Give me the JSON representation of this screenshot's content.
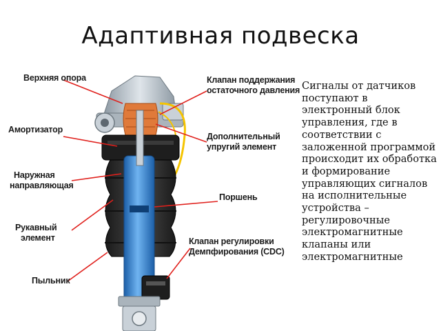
{
  "slide": {
    "title": "Адаптивная подвеска",
    "body": "Сигналы от датчиков поступают в электронный блок управления, где в соответствии с заложенной программой происходит их обработка и формирование управляющих сигналов на исполнительные устройства – регулировочные электромагнитные клапаны или электромагнитные"
  },
  "diagram": {
    "labels": {
      "top_mount": "Верхняя опора",
      "shock": "Амортизатор",
      "outer_guide_1": "Наружная",
      "outer_guide_2": "направляющая",
      "sleeve_1": "Рукавный",
      "sleeve_2": "элемент",
      "boot": "Пыльник",
      "valve_res_1": "Клапан поддержания",
      "valve_res_2": "остаточного давления",
      "extra_1": "Дополнительный",
      "extra_2": "упругий элемент",
      "piston": "Поршень",
      "cdc_1": "Клапан регулировки",
      "cdc_2": "Демпфирования (CDC)"
    },
    "colors": {
      "leader": "#e0201c",
      "tube": "#2f7fd0",
      "rubber": "#2a2a2a",
      "mount": "#b8c2ca",
      "spring": "#e07a3a",
      "wire": "#f5c400"
    }
  }
}
